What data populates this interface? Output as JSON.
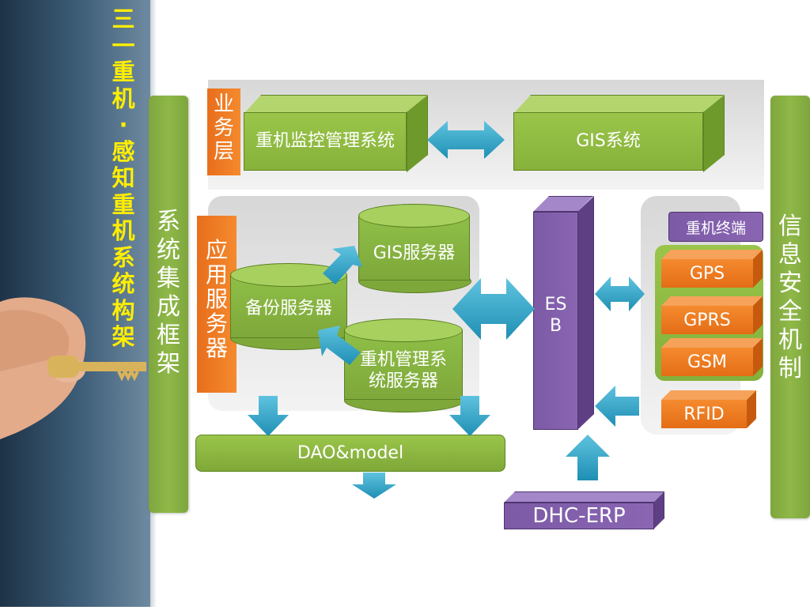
{
  "title_vertical": "三一重机 · 感知重机系统构架",
  "left_bar": "系统集成框架",
  "right_bar": "信息安全机制",
  "business_layer": {
    "label": "业务层",
    "monitor_system": "重机监控管理系统",
    "gis_system": "GIS系统"
  },
  "app_servers": {
    "label": "应用服务器",
    "gis_server": "GIS服务器",
    "backup_server": "备份服务器",
    "machine_mgmt_server": "重机管理系统服务器"
  },
  "dao_model": "DAO&model",
  "esb": "ESB",
  "dhc_erp": "DHC-ERP",
  "terminal": {
    "label": "重机终端",
    "items": [
      "GPS",
      "GPRS",
      "GSM"
    ],
    "rfid": "RFID"
  },
  "colors": {
    "green": "#8fb848",
    "orange": "#f07d24",
    "purple": "#7c5aa6",
    "arrow_blue": "#2ea3c6",
    "title_yellow": "#ffee00"
  }
}
